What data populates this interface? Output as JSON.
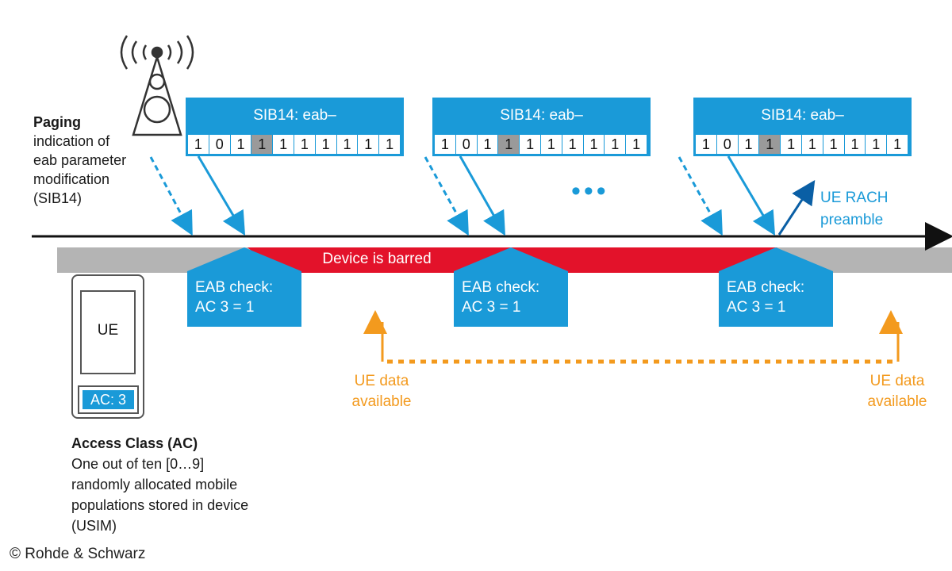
{
  "paging": {
    "title": "Paging",
    "description": "indication of\neab parameter\nmodification\n(SIB14)"
  },
  "sib_blocks": [
    {
      "title": "SIB14: eab–",
      "bits": [
        "1",
        "0",
        "1",
        "1",
        "1",
        "1",
        "1",
        "1",
        "1",
        "1"
      ],
      "highlight_index": 3
    },
    {
      "title": "SIB14: eab–",
      "bits": [
        "1",
        "0",
        "1",
        "1",
        "1",
        "1",
        "1",
        "1",
        "1",
        "1"
      ],
      "highlight_index": 3
    },
    {
      "title": "SIB14: eab–",
      "bits": [
        "1",
        "0",
        "1",
        "1",
        "1",
        "1",
        "1",
        "1",
        "1",
        "1"
      ],
      "highlight_index": 3
    }
  ],
  "ellipsis": "•••",
  "barred_label": "Device is barred",
  "eab_checks": [
    {
      "text": "EAB check:\nAC 3 = 1"
    },
    {
      "text": "EAB check:\nAC 3 = 1"
    },
    {
      "text": "EAB check:\nAC 3 = 1"
    }
  ],
  "rach_label": "UE RACH\npreamble",
  "ue_data_label": "UE data\navailable",
  "ue": {
    "label": "UE",
    "ac_label": "AC: 3"
  },
  "access_class": {
    "title": "Access Class (AC)",
    "description": "One out of ten [0…9]\nrandomly allocated mobile\npopulations stored in device\n(USIM)"
  },
  "copyright": "© Rohde & Schwarz",
  "colors": {
    "blue": "#1a9ad8",
    "red": "#e3122a",
    "gray": "#b4b4b4",
    "orange": "#f39a1e",
    "timeline": "#111111"
  }
}
